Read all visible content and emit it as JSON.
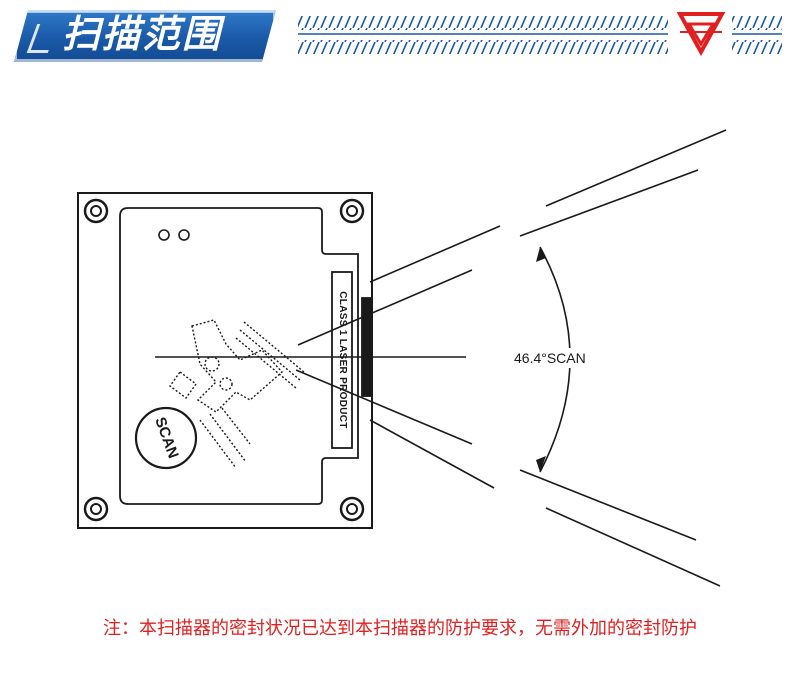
{
  "header": {
    "title": "扫描范围",
    "accent_color": "#1a5aa8",
    "logo_color": "#e02020",
    "logo_icon": "red-double-triangle-logo"
  },
  "diagram": {
    "angle_label": "46.4°SCAN",
    "label_strip_text": "CLASS 1 LASER PRODUCT",
    "scan_button_label": "SCAN",
    "line_color": "#1a1a1a"
  },
  "caption": {
    "text": "注：本扫描器的密封状况已达到本扫描器的防护要求，无需外加的密封防护",
    "color": "#e02020"
  }
}
